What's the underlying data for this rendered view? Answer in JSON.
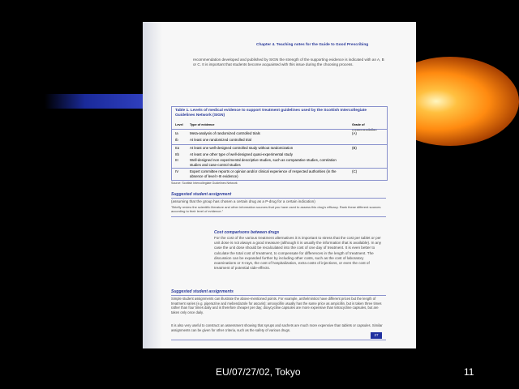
{
  "document": {
    "header": "Chapter 4. Teaching notes for the Guide to Good Prescribing",
    "intro": "recommendation developed and published by SIGN the strength of the supporting evidence is indicated with an A, B or C. It is important that students become acquainted with this issue during the choosing process.",
    "table": {
      "title": "Table 1.  Levels of medical evidence to support treatment guidelines used by the Scottish Intercollegiate Guidelines Network (SIGN)",
      "col_level": "Level",
      "col_type": "Type of evidence",
      "col_grade": "Grade of recommendation",
      "rows": [
        {
          "level": "Ia",
          "type": "Meta-analysis of randomized controlled trials",
          "grade": "(A)"
        },
        {
          "level": "Ib",
          "type": "At least one randomized controlled trial",
          "grade": ""
        },
        {
          "level": "IIa",
          "type": "At least one well-designed controlled study without randomization",
          "grade": "(B)"
        },
        {
          "level": "IIb",
          "type": "At least one other type of well-designed quasi-experimental study",
          "grade": ""
        },
        {
          "level": "III",
          "type": "Well-designed non experimental descriptive studies, such as comparative studies, correlation studies and case-control studies",
          "grade": ""
        },
        {
          "level": "IV",
          "type": "Expert committee reports or opinion and/or clinical experience of respected authorities (in the absence of level I-III evidence)",
          "grade": "(C)"
        }
      ],
      "source": "Source: Scottish Intercollegiate Guidelines Network"
    },
    "assignment1": {
      "heading": "Suggested student assignment",
      "p1": "(assuming that the group has chosen a certain drug as a P-drug for a certain indication)",
      "p2": "\"Briefly review the scientific literature and other information sources that you have used to assess this drug's efficacy. Rank these different sources according to their level of evidence.\""
    },
    "cost": {
      "heading": "Cost comparisons between drugs",
      "body": "For the cost of the various treatment alternatives it is important to stress that the cost per tablet or per unit dose is not always a good measure (although it is usually the information that is available). In any case the unit dose should be recalculated into the cost of one day of treatment. It is even better to calculate the total cost of treatment, to compensate for differences in the length of treatment. The discussion can be expanded further by including other costs, such as the cost of laboratory examinations or X-rays, the cost of hospitalization, extra costs of injections, or even the cost of treatment of potential side-effects."
    },
    "assignment2": {
      "heading": "Suggested student assignments",
      "p1": "Simple student assignments can illustrate the above-mentioned points. For example, anthelmintics have different prices but the length of treatment varies (e.g. piperazine and mebendazole for ascaris); amoxycillin usually has the same price as ampicillin, but is taken three times rather than four times daily and is therefore cheaper per day; doxycycline capsules are more expensive than tetracycline capsules, but are taken only once daily.",
      "p2": "It is also very useful to construct an assessment showing that syrups and sachets are much more expensive than tablets or capsules. Similar assignments can be given for other criteria, such as the safety of various drugs."
    },
    "page_number": "27"
  },
  "footer": {
    "label": "EU/07/27/02, Tokyo",
    "slide_number": "11"
  }
}
